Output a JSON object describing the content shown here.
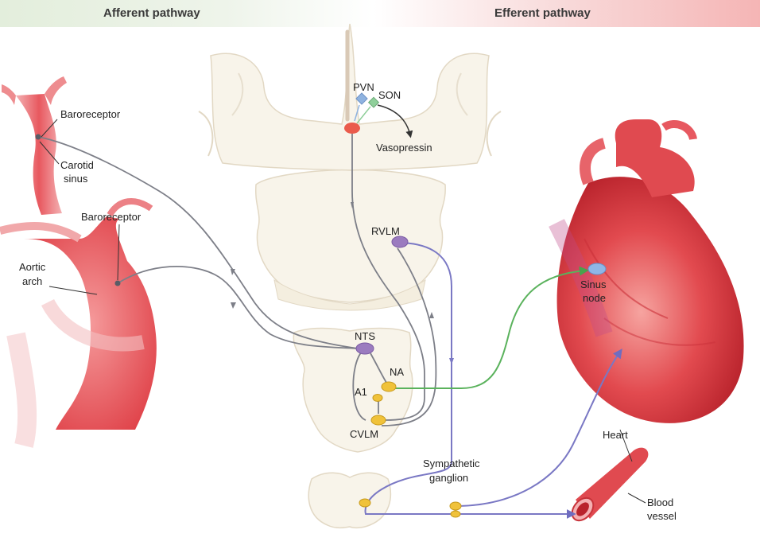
{
  "header": {
    "afferent": "Afferent pathway",
    "efferent": "Efferent pathway"
  },
  "labels": {
    "pvn": "PVN",
    "son": "SON",
    "vasopressin": "Vasopressin",
    "baroreceptor_top": "Baroreceptor",
    "carotid_1": "Carotid",
    "carotid_2": "sinus",
    "baroreceptor_mid": "Baroreceptor",
    "aortic_1": "Aortic",
    "aortic_2": "arch",
    "rvlm": "RVLM",
    "nts": "NTS",
    "na": "NA",
    "a1": "A1",
    "cvlm": "CVLM",
    "sinus_node_1": "Sinus",
    "sinus_node_2": "node",
    "heart": "Heart",
    "sympathetic_1": "Sympathetic",
    "sympathetic_2": "ganglion",
    "blood_1": "Blood",
    "blood_2": "vessel"
  },
  "colors": {
    "afferent_line": "#7d7f88",
    "efferent_sympathetic": "#7a78c4",
    "efferent_vagal": "#5ab25c",
    "nts_node": "#9b7bbf",
    "yellow_node": "#f0c23a",
    "pvn_diamond": "#8fb3e0",
    "son_diamond": "#8fcf9a",
    "red_nucleus": "#ea5b4c",
    "heart_red": "#e2434a",
    "sinus_node": "#8fb6e6"
  }
}
